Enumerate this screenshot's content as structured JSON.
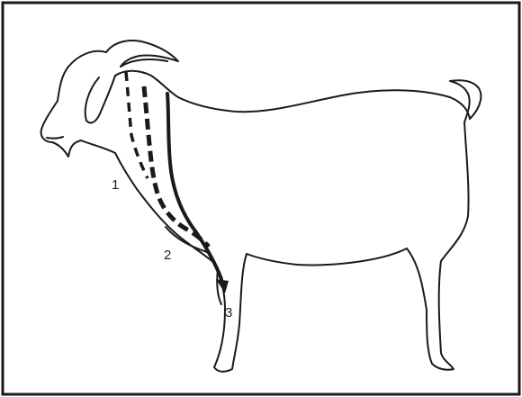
{
  "figure": {
    "colors": {
      "line": "#1a1a1a",
      "background": "#ffffff"
    },
    "labels": [
      {
        "id": "1",
        "text": "1"
      },
      {
        "id": "2",
        "text": "2"
      },
      {
        "id": "3",
        "text": "3"
      }
    ]
  }
}
